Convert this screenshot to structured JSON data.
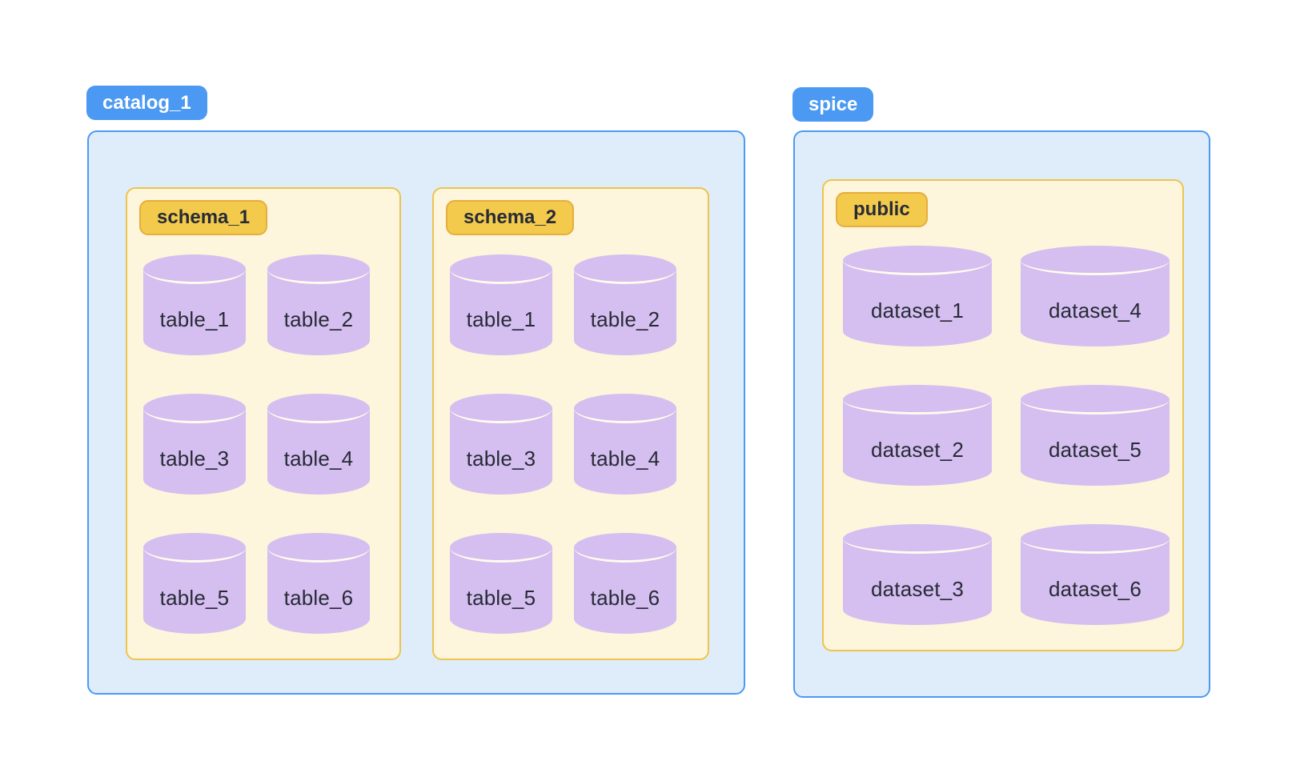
{
  "colors": {
    "page_bg": "#FFFFFF",
    "blue": "#4B99F3",
    "blue_fill": "#DFEDFB",
    "gold": "#F3CA4B",
    "gold_border": "#E5AE3F",
    "cream_fill": "#FDF5DC",
    "cream_border": "#ECC44F",
    "purple": "#D5BEF0",
    "arc": "#FFFCEE",
    "dark_text": "#272B36"
  },
  "catalog_group": {
    "tab_label": "catalog_1",
    "schemas": [
      {
        "tab_label": "schema_1",
        "tables": [
          "table_1",
          "table_2",
          "table_3",
          "table_4",
          "table_5",
          "table_6"
        ]
      },
      {
        "tab_label": "schema_2",
        "tables": [
          "table_1",
          "table_2",
          "table_3",
          "table_4",
          "table_5",
          "table_6"
        ]
      }
    ]
  },
  "spice_group": {
    "tab_label": "spice",
    "schemas": [
      {
        "tab_label": "public",
        "datasets": [
          "dataset_1",
          "dataset_2",
          "dataset_3",
          "dataset_4",
          "dataset_5",
          "dataset_6"
        ]
      }
    ]
  }
}
